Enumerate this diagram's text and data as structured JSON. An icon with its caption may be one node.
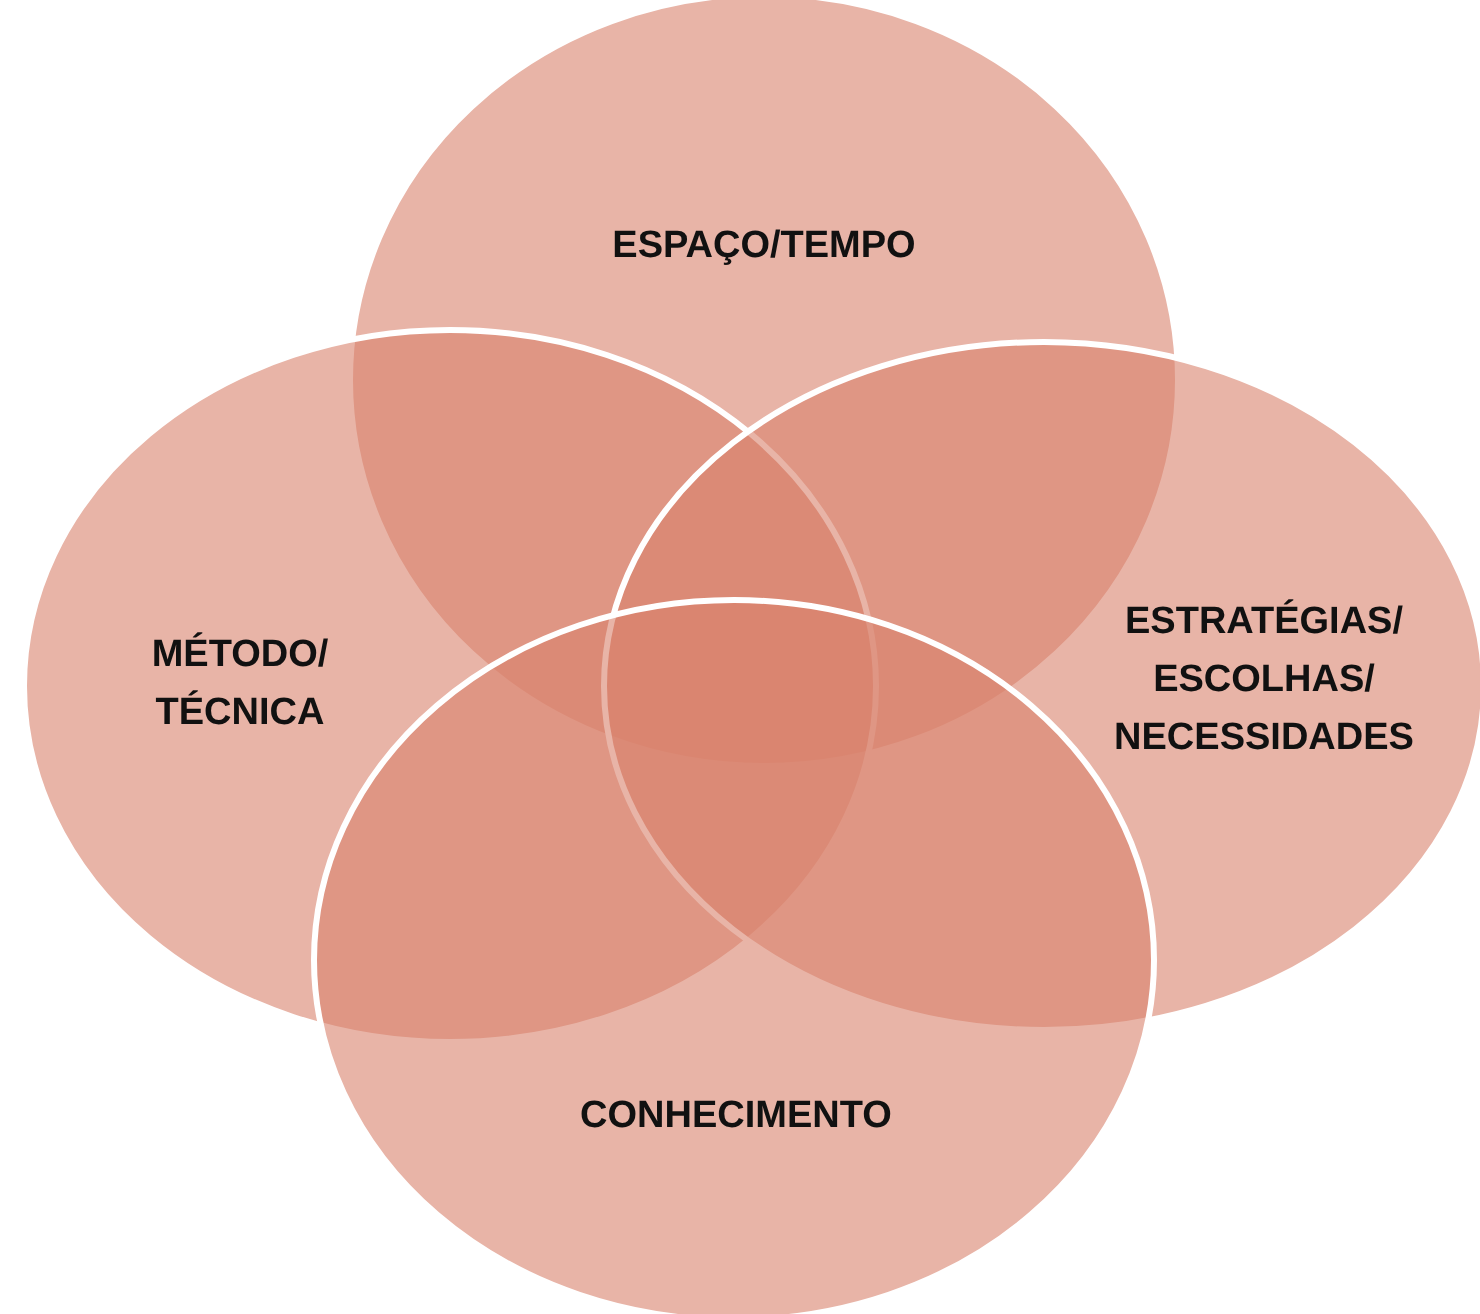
{
  "diagram": {
    "nodes": [
      {
        "text": [
          "ESPAÇO/TEMPO"
        ]
      },
      {
        "text": [
          "MÉTODO/ TÉCNICA"
        ]
      },
      {
        "text": [
          "ESTRATÉGIAS/ ESCOLHAS/ NECESSIDADES"
        ]
      },
      {
        "text": [
          "CONHECIMENTO"
        ]
      }
    ]
  }
}
